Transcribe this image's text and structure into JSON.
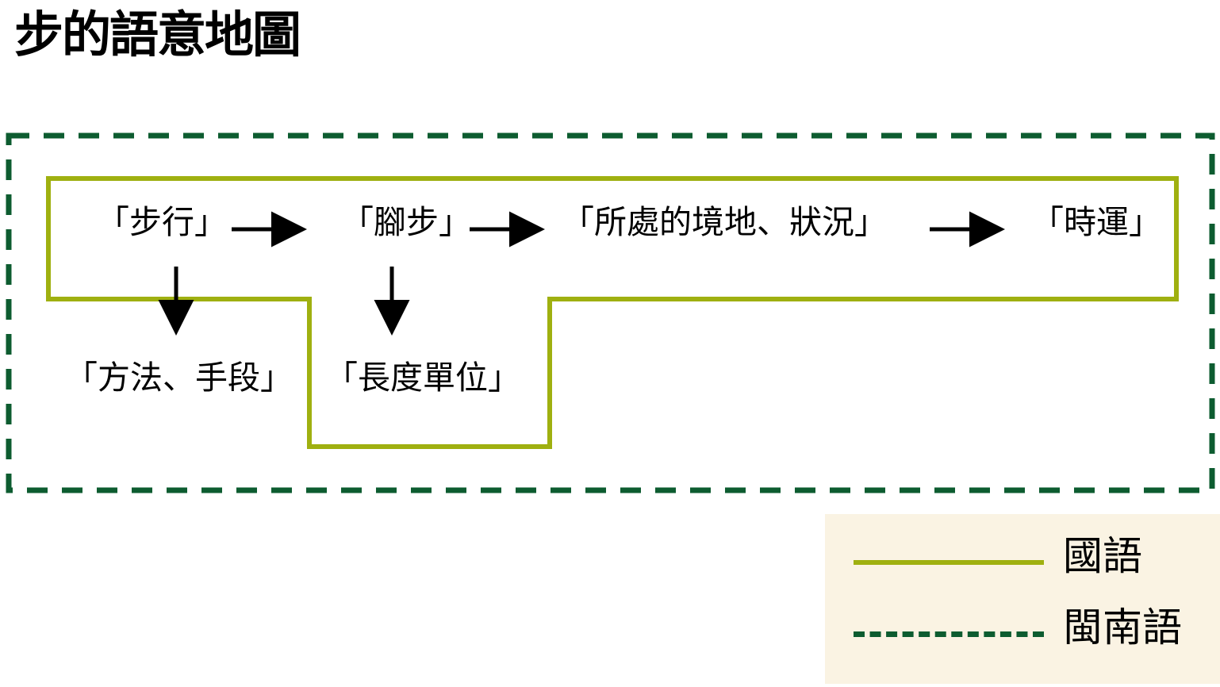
{
  "title": "步的語意地圖",
  "colors": {
    "mandarin_line": "#9fb010",
    "minnan_line": "#0d5c30",
    "legend_background": "#faf3e3",
    "arrow": "#000000",
    "text": "#000000",
    "page_background": "#ffffff"
  },
  "diagram": {
    "outer_boundary": {
      "name": "閩南語",
      "style": "dashed",
      "color": "#0d5c30"
    },
    "inner_boundary": {
      "name": "國語",
      "style": "solid",
      "color": "#9fb010"
    },
    "nodes": [
      {
        "id": "buxing",
        "label": "「步行」",
        "row": "top",
        "order": 1
      },
      {
        "id": "jiaobu",
        "label": "「腳步」",
        "row": "top",
        "order": 2
      },
      {
        "id": "jingdi",
        "label": "「所處的境地、狀況」",
        "row": "top",
        "order": 3
      },
      {
        "id": "shiyun",
        "label": "「時運」",
        "row": "top",
        "order": 4
      },
      {
        "id": "fangfa",
        "label": "「方法、手段」",
        "row": "bottom",
        "order": 1
      },
      {
        "id": "changdu",
        "label": "「長度單位」",
        "row": "bottom",
        "order": 2
      }
    ],
    "edges": [
      {
        "from": "buxing",
        "to": "jiaobu",
        "direction": "right",
        "marker": "arrow"
      },
      {
        "from": "jiaobu",
        "to": "jingdi",
        "direction": "right",
        "marker": "arrow"
      },
      {
        "from": "jingdi",
        "to": "shiyun",
        "direction": "right",
        "marker": "arrow"
      },
      {
        "from": "buxing",
        "to": "fangfa",
        "direction": "down",
        "marker": "arrow"
      },
      {
        "from": "jiaobu",
        "to": "changdu",
        "direction": "down",
        "marker": "arrow"
      }
    ]
  },
  "legend": {
    "items": [
      {
        "id": "guoyu",
        "label": "國語",
        "line_style": "solid",
        "color": "#9fb010"
      },
      {
        "id": "minnanyu",
        "label": "閩南語",
        "line_style": "dashed",
        "color": "#0d5c30"
      }
    ]
  }
}
